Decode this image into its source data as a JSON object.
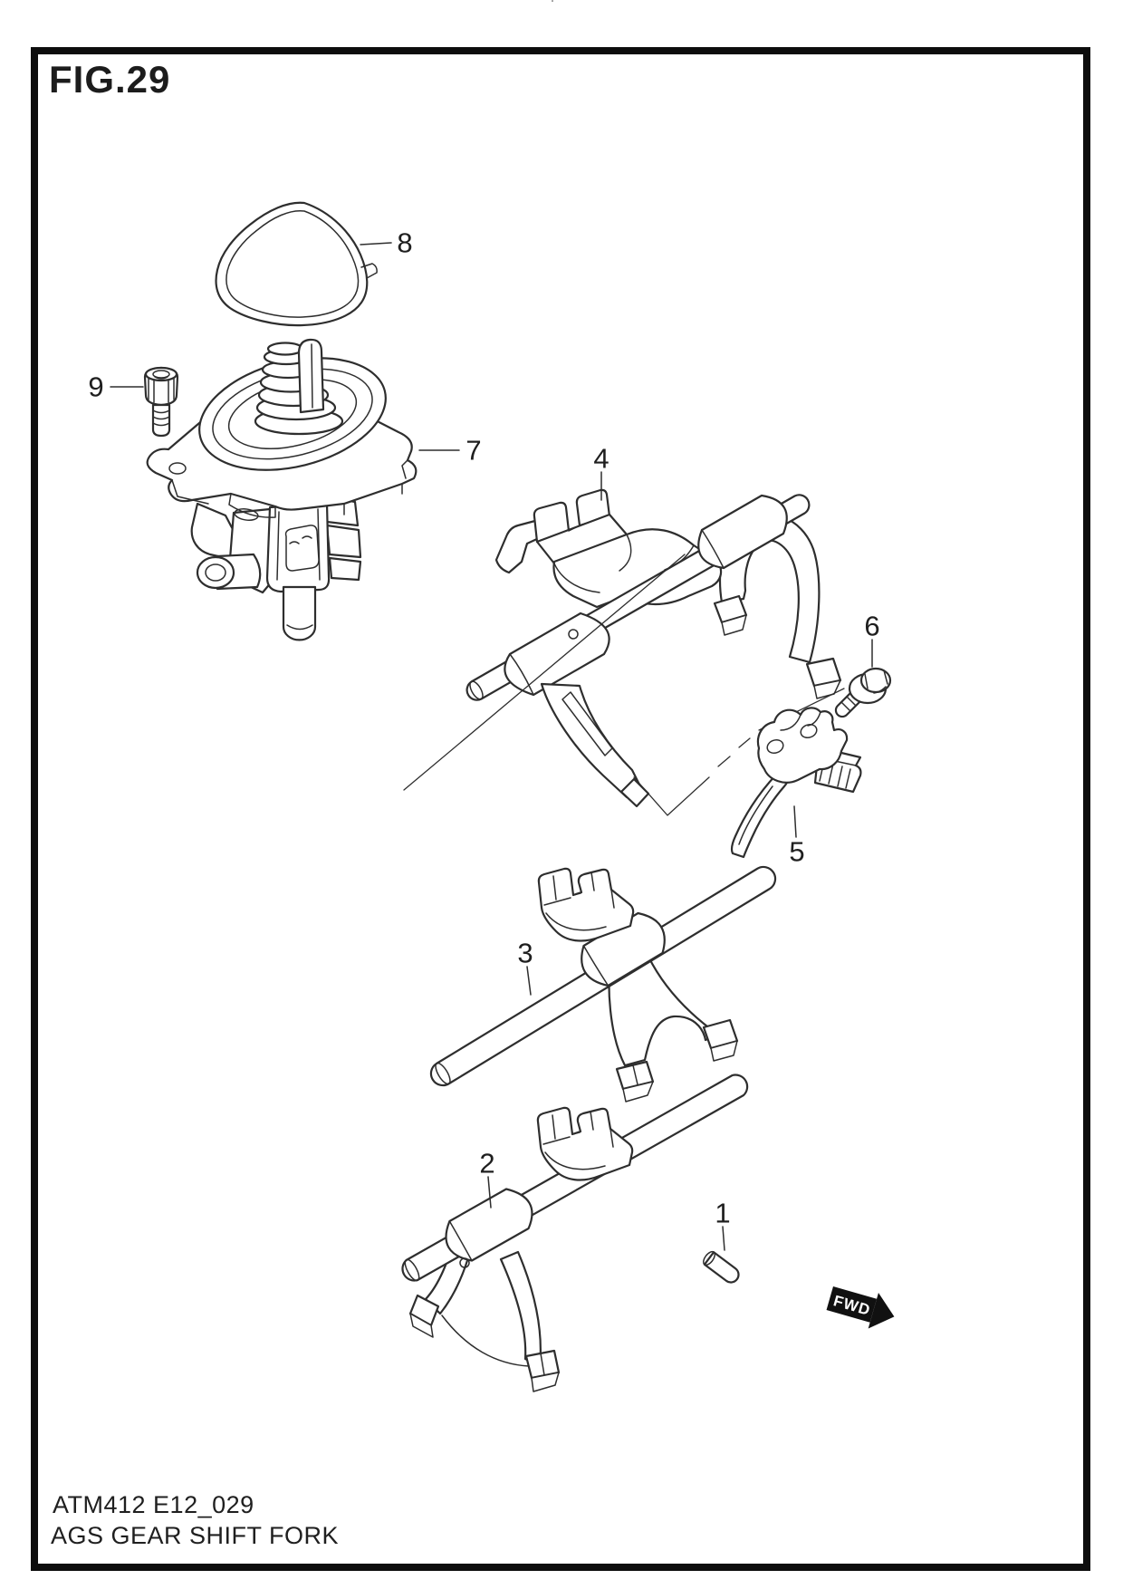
{
  "figure": {
    "title": "FIG.29"
  },
  "footer": {
    "code": "ATM412 E12_029",
    "caption": "AGS GEAR SHIFT FORK"
  },
  "fwd_marker": {
    "label": "FWD"
  },
  "callouts": [
    {
      "number": "1"
    },
    {
      "number": "2"
    },
    {
      "number": "3"
    },
    {
      "number": "4"
    },
    {
      "number": "5"
    },
    {
      "number": "6"
    },
    {
      "number": "7"
    },
    {
      "number": "8"
    },
    {
      "number": "9"
    }
  ],
  "colors": {
    "line": "#2e2e2e",
    "label_text": "#1f1f1f",
    "arrow_fill": "#111111",
    "arrow_text": "#ffffff",
    "frame": "#0d0d0d",
    "background": "#ffffff"
  }
}
